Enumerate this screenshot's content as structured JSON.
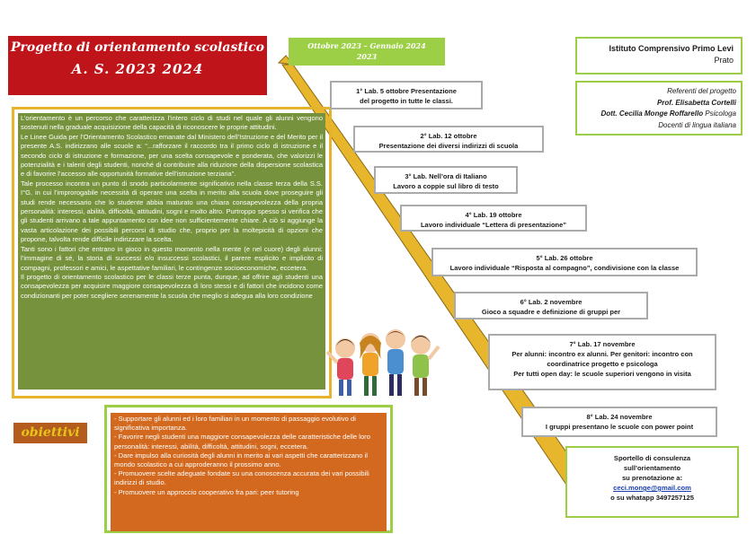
{
  "title": {
    "line1": "Progetto di orientamento scolastico",
    "line2": "A. S. 2023 2024"
  },
  "period": {
    "line1": "Ottobre 2023 – Gennaio 2024",
    "line2": "2023"
  },
  "school": {
    "name": "Istituto Comprensivo Primo Levi",
    "city": "Prato"
  },
  "referents": {
    "heading": "Referenti del progetto",
    "person1": "Prof. Elisabetta Cortelli",
    "person2_name": "Dott. Cecilia Monge Roffarello",
    "person2_role": " Psicologa",
    "role": "Docenti di lingua italiana"
  },
  "intro": {
    "p1": "L’orientamento è un percorso che caratterizza l’intero ciclo di studi nel quale gli alunni vengono sostenuti nella graduale acquisizione della capacità di riconoscere le proprie attitudini.",
    "p2": "Le Linee Guida per l’Orientamento Scolastico emanate dal Ministero dell’Istruzione e del Merito per il presente A.S. indirizzano alle scuole a: “...rafforzare il raccordo tra il primo ciclo di istruzione e il secondo ciclo di istruzione e formazione, per una scelta consapevole e ponderata, che valorizzi le potenzialità e i talenti degli studenti, nonché di contribuire alla riduzione della dispersione scolastica e di favorire l’accesso alle opportunità formative dell’istruzione terziaria”.",
    "p3": "Tale processo incontra un punto di snodo particolarmente significativo nella classe terza della S.S. I°G. in cui l’improrogabile necessità di operare una scelta in merito alla scuola dove proseguire gli studi rende necessario che lo studente abbia maturato una chiara consapevolezza della propria personalità: interessi, abilità, difficoltà, attitudini, sogni e molto altro. Purtroppo spesso si verifica che gli studenti arrivano a tale appuntamento con idee non sufficientemente chiare. A ciò si aggiunge la vasta articolazione dei possibili percorsi di studio che, proprio per la moltepicità di opzioni che propone, talvolta rende difficile indirizzare la scelta.",
    "p4": "Tanti sono i fattori che entrano in gioco in questo momento nella mente (e nel cuore) degli alunni: l’immagine di sé, la storia di successi e/o insuccessi scolastici, il parere esplicito e implicito di compagni, professori e amici, le aspettative familiari, le contingenze socioeconomiche, eccetera.",
    "p5": "Il progetto di orientamento scolastico per le classi terze punta, dunque, ad offrire agli studenti una consapevolezza per acquisire maggiore consapevolezza di loro stessi e di fattori che incidono come condizionanti per poter scegliere serenamente la scuola che meglio si adegua alla loro condizione"
  },
  "labs": [
    {
      "line1": "1° Lab. 5 ottobre Presentazione",
      "line2": "del progetto in tutte le classi."
    },
    {
      "line1": "2° Lab. 12 ottobre",
      "line2": "Presentazione dei diversi indirizzi di scuola"
    },
    {
      "line1": "3° Lab. Nell’ora di Italiano",
      "line2": "Lavoro a coppie sul libro di testo"
    },
    {
      "line1": "4° Lab. 19 ottobre",
      "line2": "Lavoro individuale “Lettera di presentazione”"
    },
    {
      "line1": "5° Lab. 26 ottobre",
      "line2": "Lavoro individuale “Risposta al compagno”, condivisione con la classe"
    },
    {
      "line1": "6° Lab. 2 novembre",
      "line2": "Gioco a squadre e definizione di gruppi per"
    },
    {
      "line1": "7° Lab. 17 novembre",
      "line2": "Per alunni: incontro ex alunni. Per genitori: incontro con",
      "line3": "coordinatrice progetto e psicologa",
      "line4": "Per tutti open day: le scuole superiori vengono in visita"
    },
    {
      "line1": "8° Lab. 24 novembre",
      "line2": "I gruppi presentano le scuole con power point"
    }
  ],
  "objectives": {
    "label": "obiettivi",
    "items": [
      "- Supportare gli alunni ed i loro familiari in un momento di passaggio evolutivo di significativa importanza.",
      "- Favorire negli studenti una maggiore consapevolezza delle caratteristiche delle loro personalità: interessi, abilità, difficoltà, attitudini, sogni, eccetera.",
      "- Dare impulso alla curiosità degli alunni in merito ai vari aspetti che caratterizzano il mondo scolastico a cui approderanno il prossimo anno.",
      "- Promuovere scelte adeguate fondate su una conoscenza accurata dei vari possibili indirizzi di studio.",
      "- Promuovere un approccio cooperativo fra pari: peer tutoring"
    ]
  },
  "sportello": {
    "line1": "Sportello di consulenza",
    "line2": "sull’orientamento",
    "line3": "su prenotazione a:",
    "email": "ceci.monge@gmail.com",
    "phone": "o su whatapp 3497257125"
  },
  "colors": {
    "title_red": "#c0141b",
    "green": "#9ccf45",
    "dark_green": "#76923c",
    "orange": "#d2691e",
    "yellow": "#e6b42c"
  }
}
